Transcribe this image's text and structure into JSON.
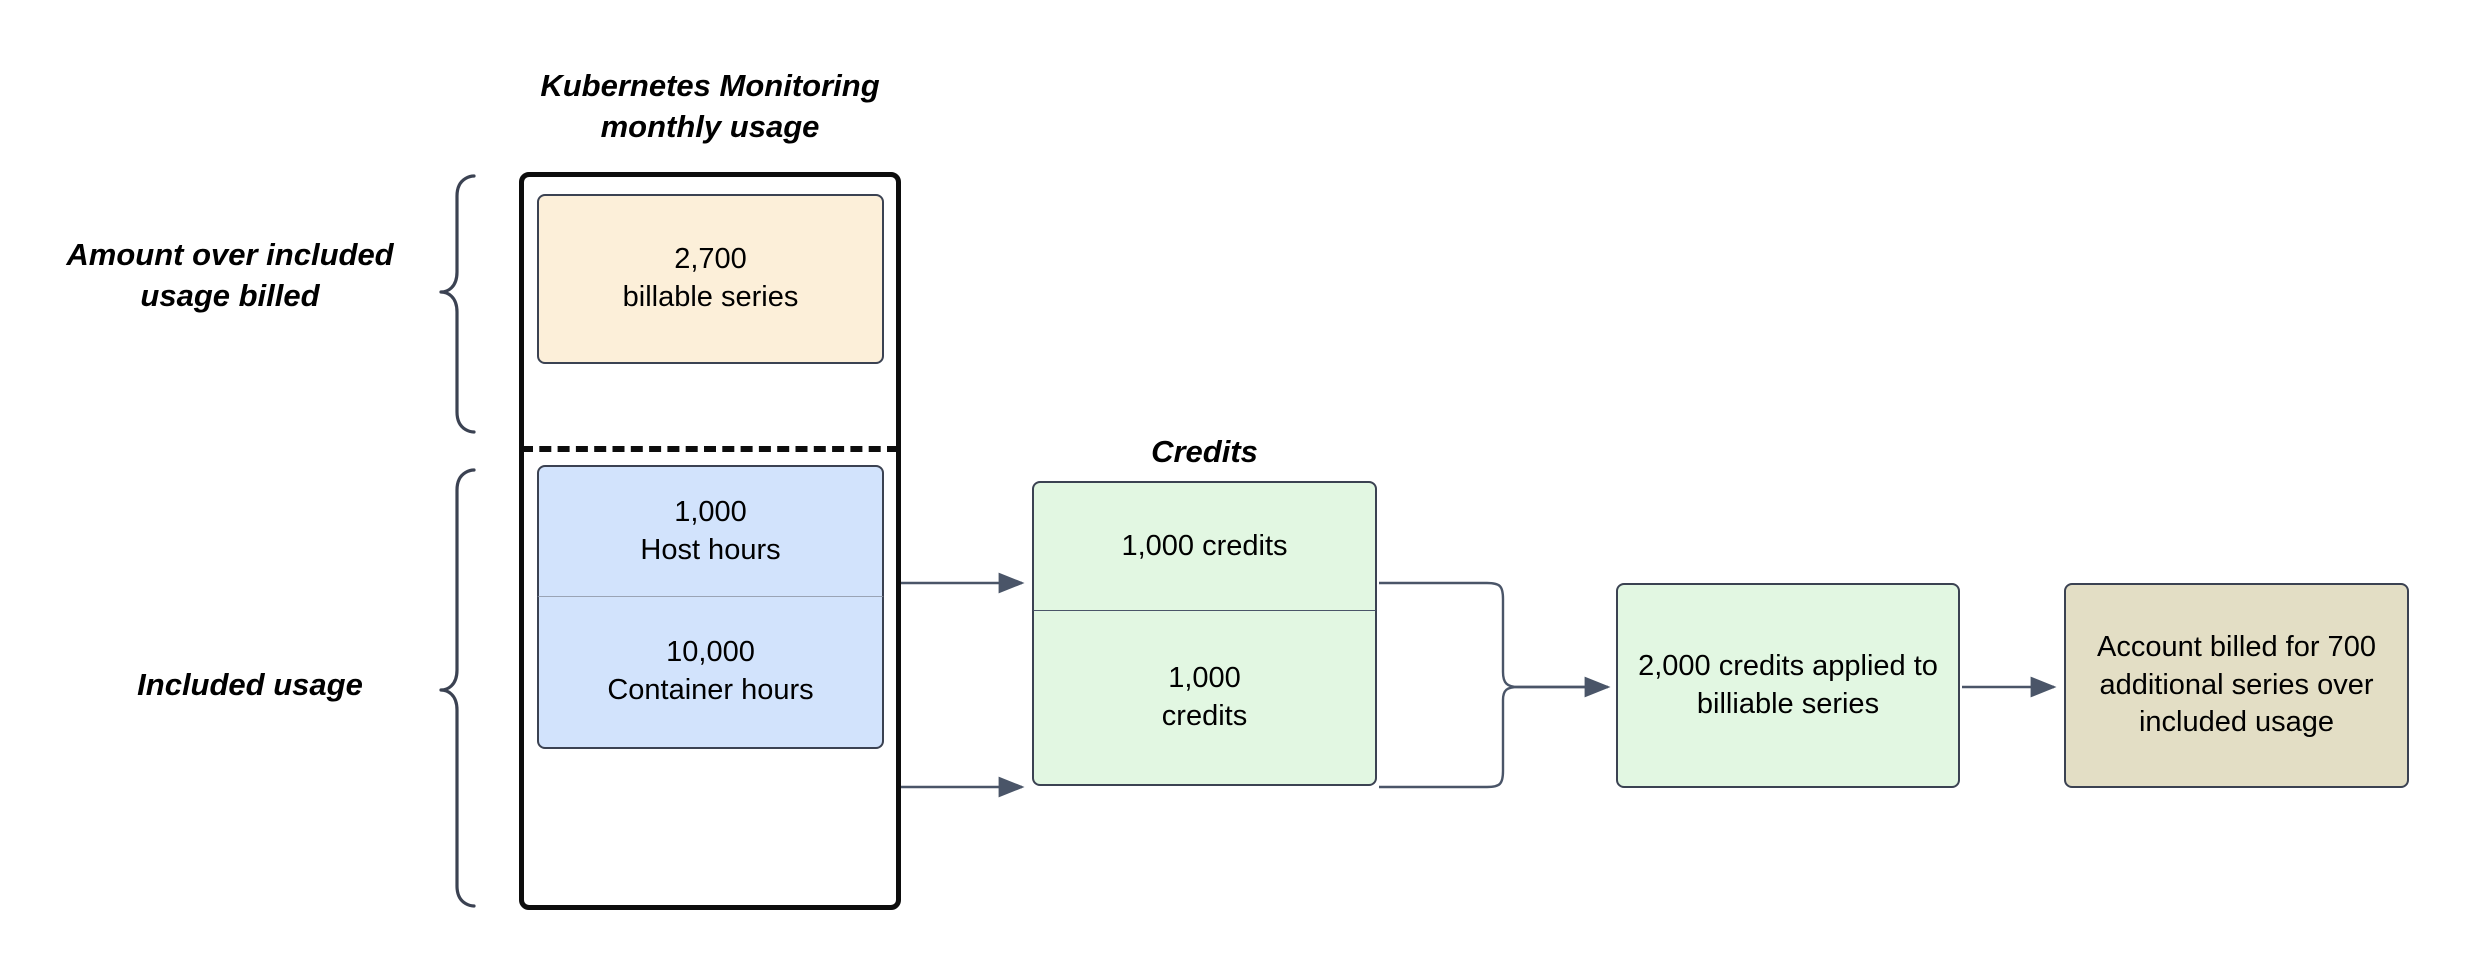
{
  "diagram": {
    "title_usage": "Kubernetes Monitoring\nmonthly usage",
    "title_credits": "Credits",
    "brace_labels": {
      "top": "Amount over included\nusage billed",
      "bottom": "Included usage"
    },
    "nodes": {
      "billable_series": "2,700\nbillable series",
      "host_hours": "1,000\nHost hours",
      "container_hours": "10,000\nContainer hours",
      "credits_host": "1,000 credits",
      "credits_container": "1,000\ncredits",
      "credits_applied": "2,000 credits applied to\nbilliable series",
      "account_billed": "Account billed for 700\nadditional series over\nincluded usage"
    },
    "colors": {
      "billable_fill": "#fcefd9",
      "hours_fill": "#d2e3fc",
      "credits_fill": "#e2f7e2",
      "account_fill": "#e3dec5",
      "stroke": "#3b4252",
      "container_stroke": "#0d0d0d",
      "arrow": "#4a5568",
      "background": "#ffffff"
    },
    "edges": [
      {
        "from": "host_hours",
        "to": "credits_host"
      },
      {
        "from": "container_hours",
        "to": "credits_container"
      },
      {
        "from": "credits_host",
        "to": "credits_applied"
      },
      {
        "from": "credits_container",
        "to": "credits_applied"
      },
      {
        "from": "credits_applied",
        "to": "account_billed"
      }
    ]
  }
}
